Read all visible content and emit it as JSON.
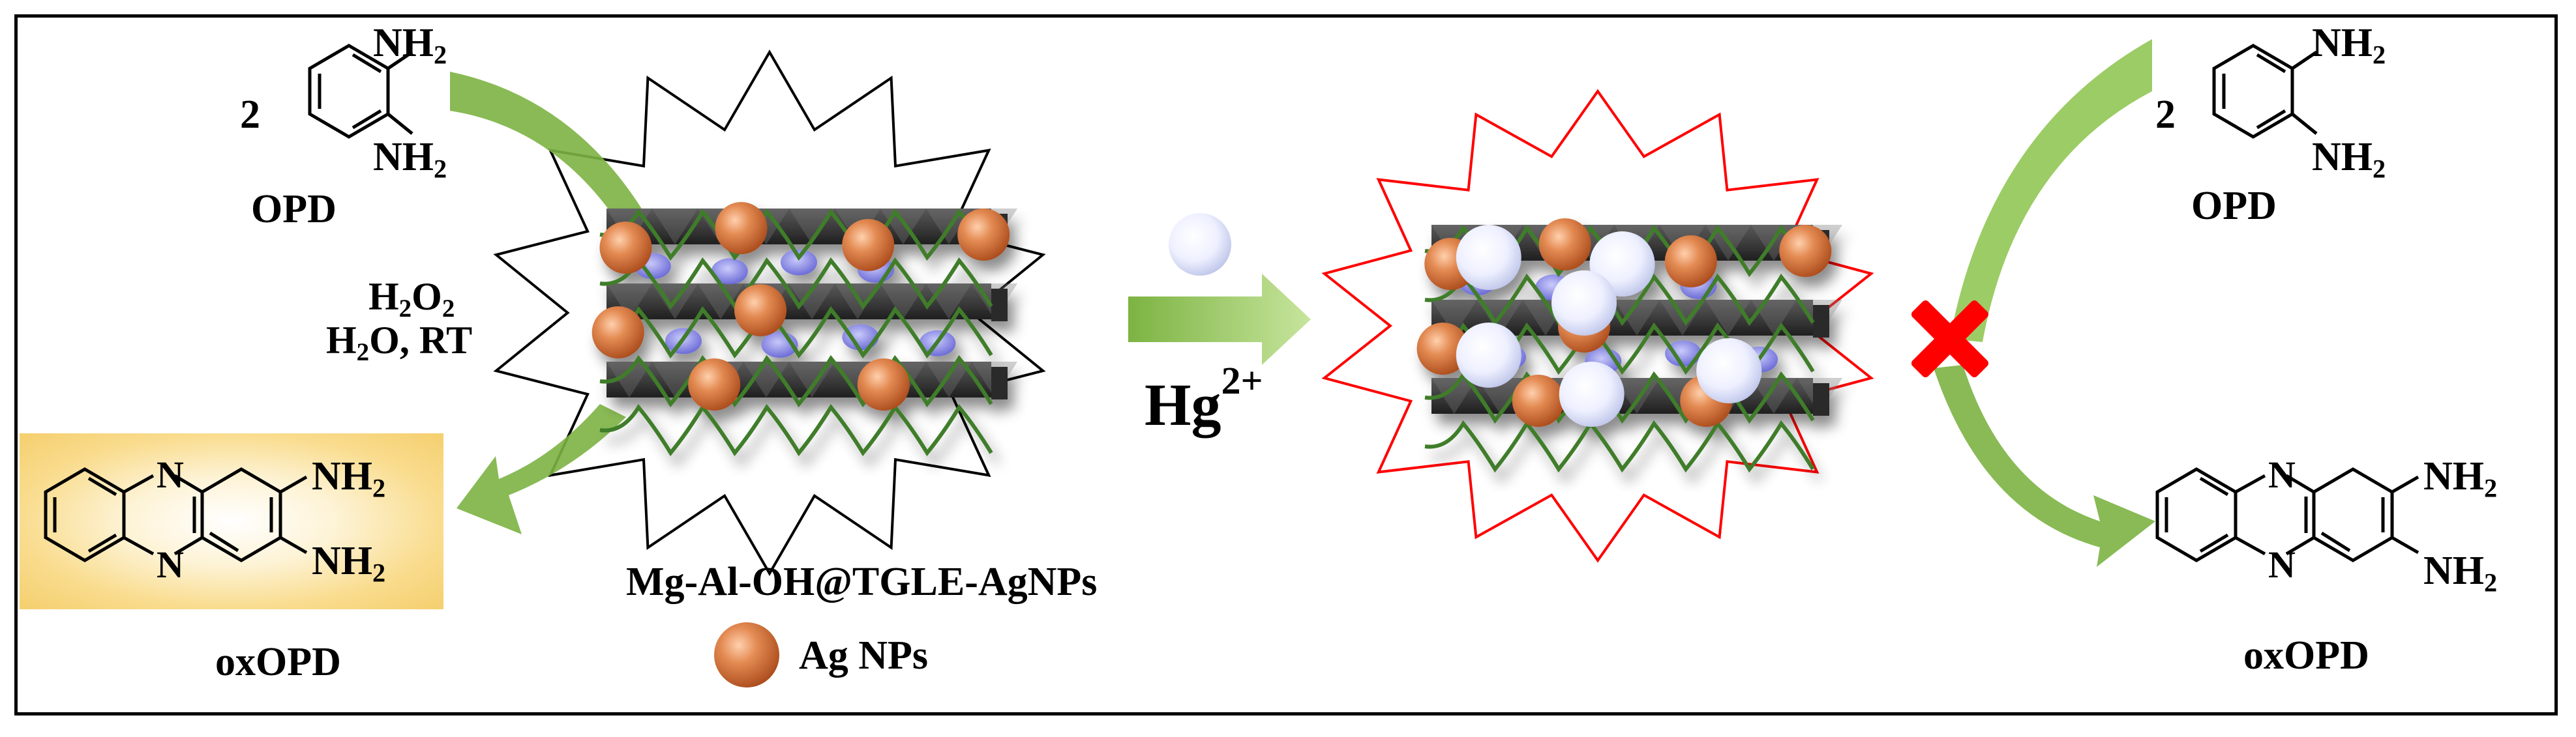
{
  "left": {
    "reagent": {
      "name": "OPD",
      "coefficient": "2",
      "nh2_top": "NH",
      "nh2_bottom": "NH",
      "sub2": "2"
    },
    "conditions": {
      "line1": "H",
      "o_sym": "O",
      "sub2": "2",
      "line2": "H",
      "line2_rest": "O, RT"
    },
    "product": {
      "name": "oxOPD",
      "n_top": "N",
      "n_bottom": "N",
      "nh2_top": "NH",
      "nh2_bottom": "NH",
      "sub2": "2"
    },
    "material_label": "Mg-Al-OH@TGLE-AgNPs",
    "legend_label": "Ag NPs"
  },
  "middle": {
    "ion_label": "Hg",
    "ion_charge": "2+"
  },
  "right": {
    "reagent": {
      "name": "OPD",
      "coefficient": "2",
      "nh2_top": "NH",
      "nh2_bottom": "NH",
      "sub2": "2"
    },
    "product": {
      "name": "oxOPD",
      "n_top": "N",
      "n_bottom": "N",
      "nh2_top": "NH",
      "nh2_bottom": "NH",
      "sub2": "2"
    }
  },
  "colors": {
    "arrow_green": "#7cb342",
    "arrow_green_light": "#b9dc8c",
    "ag_np": "#d9773f",
    "hg_ion": "#dfe3fb",
    "inhibit_x": "#ff0000",
    "burst_left": "#000000",
    "burst_right": "#ff0000",
    "product_glow": "#f7d47a"
  },
  "icons": {
    "inhibition": "x-cross-icon",
    "ion": "hg-ion-sphere-icon",
    "nanoparticle": "ag-np-sphere-icon"
  }
}
